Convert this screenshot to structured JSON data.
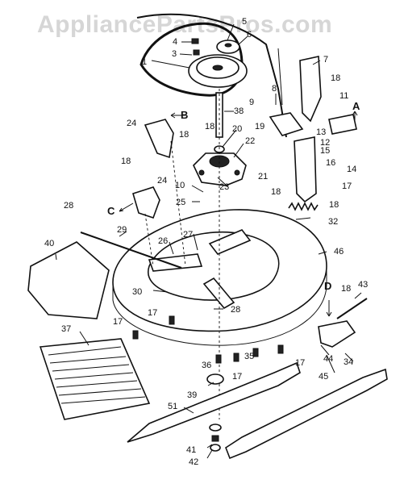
{
  "watermark": "AppliancePartsPros.com",
  "callouts": {
    "c1": "1",
    "c3": "3",
    "c4": "4",
    "c5": "5",
    "c6": "6",
    "c7": "7",
    "c8": "8",
    "c9": "9",
    "c10": "10",
    "c11": "11",
    "c12": "12",
    "c13": "13",
    "c14": "14",
    "c15": "15",
    "c16": "16",
    "c17a": "17",
    "c17b": "17",
    "c17c": "17",
    "c17d": "17",
    "c17e": "17",
    "c18a": "18",
    "c18b": "18",
    "c18c": "18",
    "c18d": "18",
    "c18e": "18",
    "c18f": "18",
    "c18g": "18",
    "c19": "19",
    "c20": "20",
    "c21": "21",
    "c22": "22",
    "c23": "23",
    "c24a": "24",
    "c24b": "24",
    "c25": "25",
    "c26": "26",
    "c27": "27",
    "c28a": "28",
    "c28b": "28",
    "c29": "29",
    "c30": "30",
    "c32": "32",
    "c34": "34",
    "c35": "35",
    "c36": "36",
    "c37": "37",
    "c38": "38",
    "c39": "39",
    "c40": "40",
    "c41": "41",
    "c42": "42",
    "c43": "43",
    "c44": "44",
    "c45": "45",
    "c46": "46",
    "c51": "51"
  },
  "letters": {
    "A": "A",
    "B": "B",
    "C": "C",
    "D": "D"
  }
}
